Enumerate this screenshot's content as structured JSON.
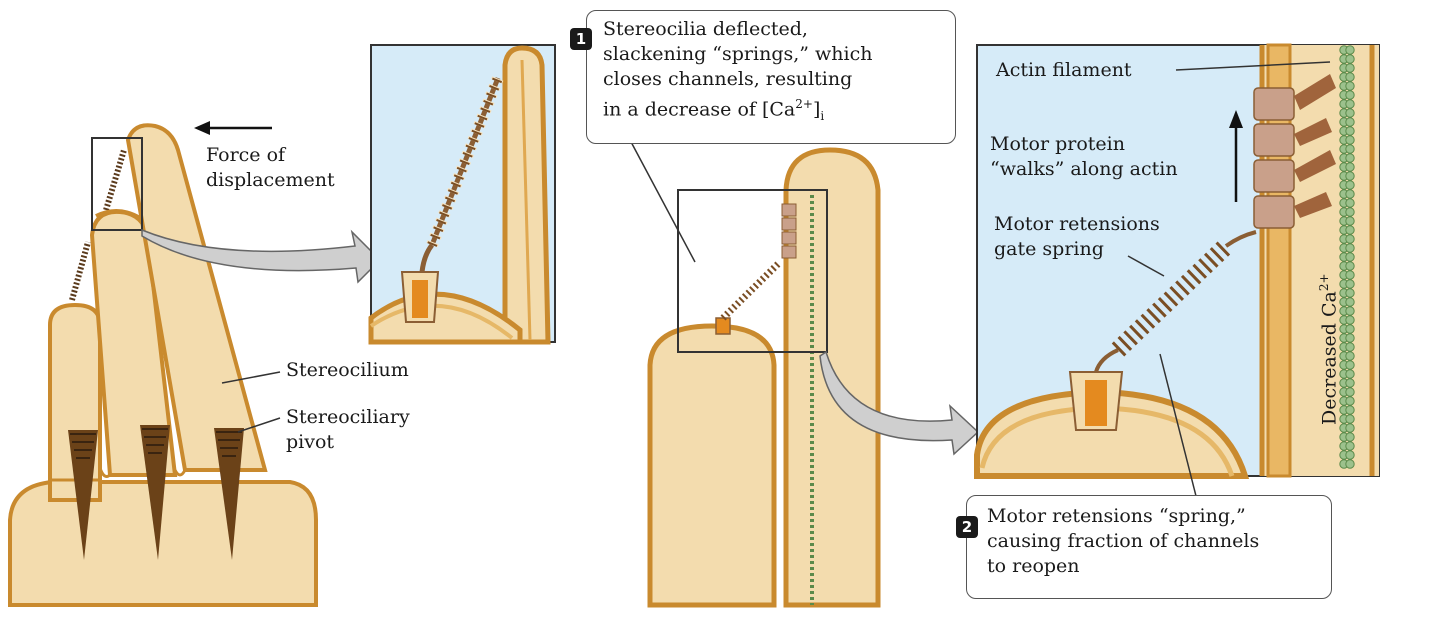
{
  "left_panel": {
    "force_label_line1": "Force of",
    "force_label_line2": "displacement",
    "stereocilium_label": "Stereocilium",
    "pivot_label_line1": "Stereociliary",
    "pivot_label_line2": "pivot"
  },
  "callout1": {
    "number": "1",
    "line1": "Stereocilia deflected,",
    "line2": "slackening “springs,” which",
    "line3": "closes channels, resulting",
    "line4_prefix": "in a decrease of [Ca",
    "line4_sup": "2+",
    "line4_suffix": "]",
    "line4_sub": "i"
  },
  "callout2": {
    "number": "2",
    "line1": "Motor retensions “spring,”",
    "line2": "causing fraction of channels",
    "line3": "to reopen"
  },
  "right_inset": {
    "actin_label": "Actin filament",
    "motor_label_line1": "Motor protein",
    "motor_label_line2": "“walks” along actin",
    "retension_label_line1": "Motor retensions",
    "retension_label_line2": "gate spring",
    "decreased_ca_prefix": "Decreased Ca",
    "decreased_ca_sup": "2+"
  },
  "colors": {
    "cilium_fill": "#f3dcae",
    "cilium_stroke": "#c98a2e",
    "inset_bg": "#d6ebf8",
    "spring": "#8b5e34",
    "channel": "#e48a1f",
    "motor": "#c9a08a",
    "actin_dot": "#9cc18c",
    "arrow_fill": "#cfcfcf"
  }
}
